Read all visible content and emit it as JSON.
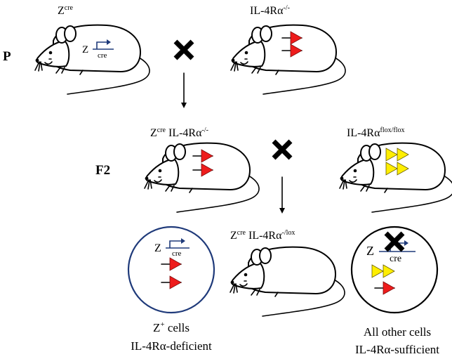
{
  "generations": {
    "parental": "P",
    "second": "F2"
  },
  "parents": {
    "left": {
      "label_main": "Z",
      "label_sup": "cre"
    },
    "right": {
      "label_main": "IL-4Rα",
      "label_sup": "-/-"
    }
  },
  "f2": {
    "left": {
      "label_main": "Z",
      "label_sup": "cre",
      "label_rest": " IL-4Rα",
      "label_rest_sup": "-/-"
    },
    "right": {
      "label_main": "IL-4Rα",
      "label_sup": "flox/flox"
    }
  },
  "offspring": {
    "label_main": "Z",
    "label_sup": "cre",
    "label_rest": " IL-4Rα",
    "label_rest_sup": "-/lox"
  },
  "gene": {
    "z_letter": "Z",
    "cre_text": "cre"
  },
  "cells": {
    "left": {
      "line1_main": "Z",
      "line1_sup": "+",
      "line1_rest": " cells",
      "line2": "IL-4Rα-deficient"
    },
    "right": {
      "line1": "All other cells",
      "line2": "IL-4Rα-sufficient"
    }
  },
  "colors": {
    "knockout_triangle": "#ee1c1c",
    "flox_triangle": "#ffee00",
    "circle_left": "#1f3a7a",
    "promoter_arrow": "#1f3a7a",
    "cross": "#000000"
  },
  "icons": [
    "cross-icon",
    "mouse-icon",
    "arrow-down-icon",
    "cell-circle-icon",
    "promoter-arrow-icon"
  ]
}
